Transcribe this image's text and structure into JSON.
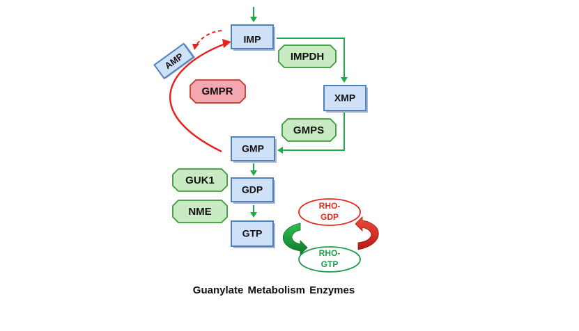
{
  "metabolites": {
    "imp": "IMP",
    "xmp": "XMP",
    "gmp": "GMP",
    "gdp": "GDP",
    "gtp": "GTP",
    "amp": "AMP"
  },
  "enzymes": {
    "impdh": "IMPDH",
    "gmps": "GMPS",
    "gmpr": "GMPR",
    "guk1": "GUK1",
    "nme": "NME"
  },
  "rho": {
    "gdp_line1": "RHO-",
    "gdp_line2": "GDP",
    "gtp_line1": "RHO-",
    "gtp_line2": "GTP"
  },
  "caption": "Guanylate Metabolism Enzymes",
  "colors": {
    "metabolite_fill": "#cfe1f8",
    "metabolite_border": "#4f81bd",
    "enzyme_fill": "#c9ebc3",
    "enzyme_border": "#3a9a3a",
    "gmpr_fill": "#f4a7ae",
    "gmpr_border": "#c0392b",
    "forward_arrow": "#1faa4a",
    "reverse_arrow": "#e8231f",
    "rho_gdp": "#e02a20",
    "rho_gtp": "#1a9a4a"
  }
}
